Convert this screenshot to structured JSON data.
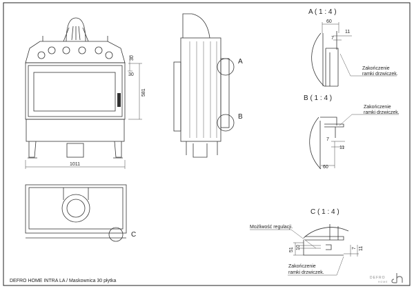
{
  "footer": {
    "title": "DEFRO HOME INTRA LA / Maskownica 30 płytka"
  },
  "logo": {
    "text": "DEFRO HOME"
  },
  "front_view": {
    "dim_width": "1011",
    "dim_height": "581",
    "dim_top": "30",
    "dim_side": "30"
  },
  "side_view": {
    "marker_a": "A",
    "marker_b": "B"
  },
  "top_view": {
    "marker_c": "C"
  },
  "detail_a": {
    "title": "A ( 1 : 4 )",
    "dim_60": "60",
    "dim_11": "11",
    "dim_7": "7",
    "note_line1": "Zakończenie",
    "note_line2": "ramki drzwiczek."
  },
  "detail_b": {
    "title": "B ( 1 : 4 )",
    "dim_60": "60",
    "dim_11": "11",
    "dim_7": "7",
    "note_line1": "Zakończenie",
    "note_line2": "ramki drzwiczek."
  },
  "detail_c": {
    "title": "C ( 1 : 4 )",
    "note_adjust": "Możliwość regulacji.",
    "dim_51": "51",
    "dim_10": "10",
    "dim_7": "7",
    "dim_11": "11",
    "note_line1": "Zakończenie",
    "note_line2": "ramki drzwiczek."
  }
}
